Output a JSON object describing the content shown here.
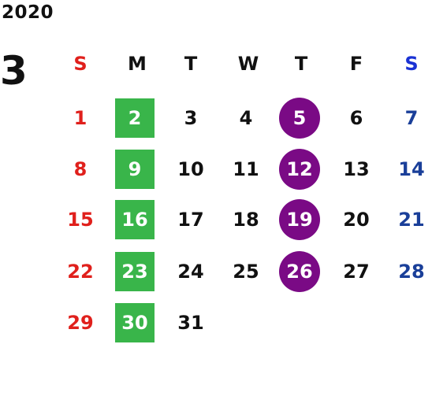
{
  "calendar": {
    "year": "2020",
    "month": "3",
    "weekday_headers": [
      "S",
      "M",
      "T",
      "W",
      "T",
      "F",
      "S"
    ],
    "weeks": [
      [
        "1",
        "2",
        "3",
        "4",
        "5",
        "6",
        "7"
      ],
      [
        "8",
        "9",
        "10",
        "11",
        "12",
        "13",
        "14"
      ],
      [
        "15",
        "16",
        "17",
        "18",
        "19",
        "20",
        "21"
      ],
      [
        "22",
        "23",
        "24",
        "25",
        "26",
        "27",
        "28"
      ],
      [
        "29",
        "30",
        "31",
        "",
        "",
        "",
        ""
      ]
    ],
    "highlights": {
      "monday_color": "#39b54a",
      "thursday_color": "#7a0a85",
      "sunday_color": "#e0201c",
      "saturday_color": "#1a3f99"
    }
  }
}
